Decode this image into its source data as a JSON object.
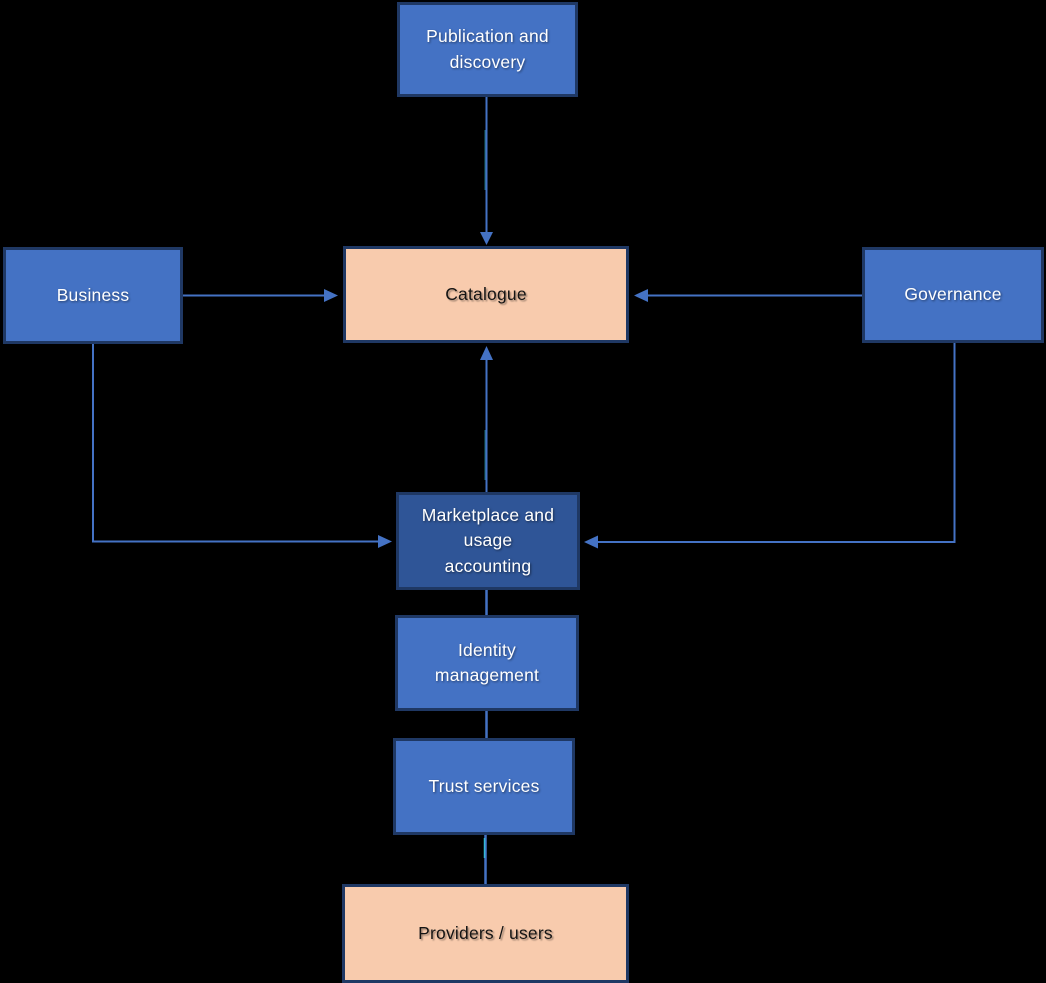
{
  "diagram": {
    "background_color": "#000000",
    "connector_color": "#4472C4",
    "connector_accent_color": "#35C3DE",
    "node_colors": {
      "blue_fill": "#4472C4",
      "dark_blue_fill": "#2F5597",
      "peach_fill": "#F8CBAD",
      "border": "#1F3864",
      "text_on_blue": "#FFFFFF",
      "text_on_peach": "#141414"
    },
    "nodes": [
      {
        "id": "publication",
        "label": "Publication and\ndiscovery",
        "style": "blue"
      },
      {
        "id": "business",
        "label": "Business",
        "style": "blue"
      },
      {
        "id": "catalogue",
        "label": "Catalogue",
        "style": "peach"
      },
      {
        "id": "governance",
        "label": "Governance",
        "style": "blue"
      },
      {
        "id": "marketplace",
        "label": "Marketplace and\nusage\naccounting",
        "style": "darkblue"
      },
      {
        "id": "identity",
        "label": "Identity\nmanagement",
        "style": "blue"
      },
      {
        "id": "trust",
        "label": "Trust services",
        "style": "blue"
      },
      {
        "id": "providers",
        "label": "Providers / users",
        "style": "peach"
      }
    ],
    "edges": [
      {
        "from": "publication",
        "to": "catalogue",
        "arrow": true,
        "route": "straight-vertical"
      },
      {
        "from": "business",
        "to": "catalogue",
        "arrow": true,
        "route": "straight-horizontal"
      },
      {
        "from": "governance",
        "to": "catalogue",
        "arrow": true,
        "route": "straight-horizontal"
      },
      {
        "from": "marketplace",
        "to": "catalogue",
        "arrow": true,
        "route": "straight-vertical"
      },
      {
        "from": "business",
        "to": "marketplace",
        "arrow": true,
        "route": "elbow-down-right"
      },
      {
        "from": "governance",
        "to": "marketplace",
        "arrow": true,
        "route": "elbow-down-left"
      },
      {
        "from": "marketplace",
        "to": "identity",
        "arrow": false,
        "route": "straight-vertical"
      },
      {
        "from": "identity",
        "to": "trust",
        "arrow": false,
        "route": "straight-vertical"
      },
      {
        "from": "trust",
        "to": "providers",
        "arrow": false,
        "route": "straight-vertical"
      }
    ]
  }
}
